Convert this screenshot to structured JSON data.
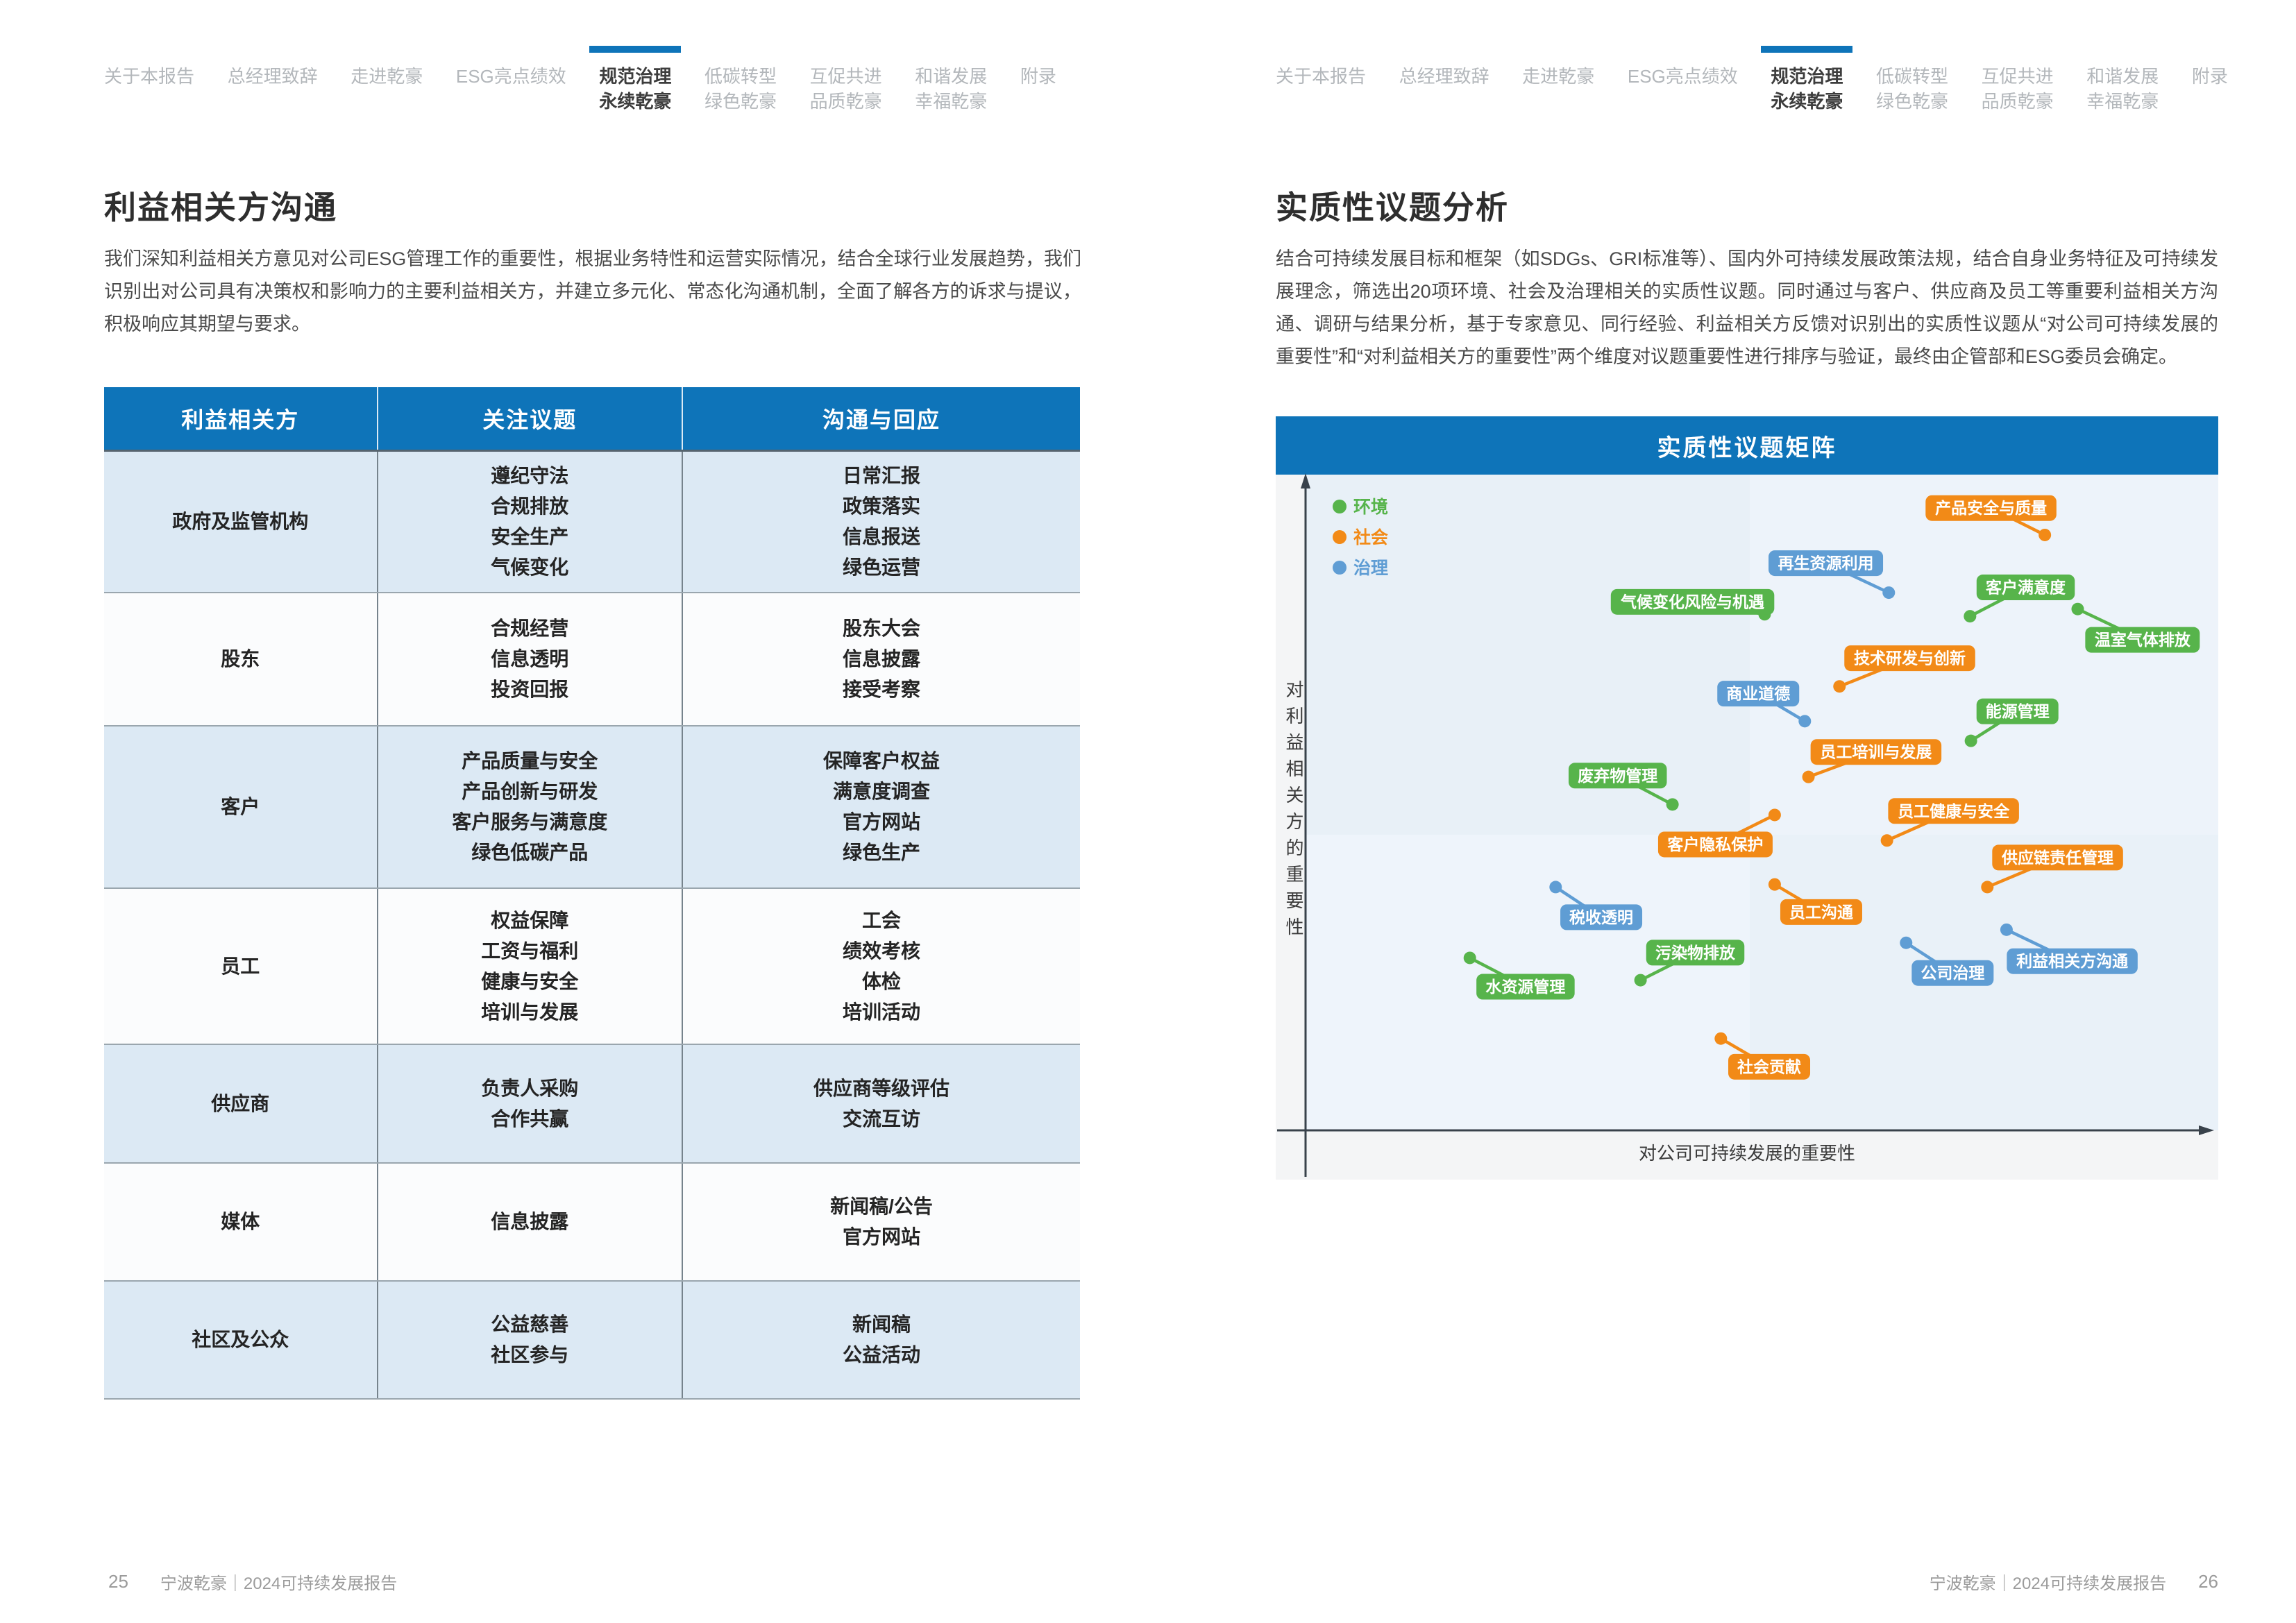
{
  "nav": {
    "items": [
      {
        "line1": "关于本报告",
        "active": false
      },
      {
        "line1": "总经理致辞",
        "active": false
      },
      {
        "line1": "走进乾豪",
        "active": false
      },
      {
        "line1": "ESG亮点绩效",
        "active": false
      },
      {
        "line1": "规范治理",
        "line2": "永续乾豪",
        "active": true
      },
      {
        "line1": "低碳转型",
        "line2": "绿色乾豪",
        "active": false
      },
      {
        "line1": "互促共进",
        "line2": "品质乾豪",
        "active": false
      },
      {
        "line1": "和谐发展",
        "line2": "幸福乾豪",
        "active": false
      },
      {
        "line1": "附录",
        "active": false
      }
    ]
  },
  "left_page": {
    "title": "利益相关方沟通",
    "intro": "我们深知利益相关方意见对公司ESG管理工作的重要性，根据业务特性和运营实际情况，结合全球行业发展趋势，我们识别出对公司具有决策权和影响力的主要利益相关方，并建立多元化、常态化沟通机制，全面了解各方的诉求与提议，积极响应其期望与要求。",
    "table": {
      "headers": [
        "利益相关方",
        "关注议题",
        "沟通与回应"
      ],
      "rows": [
        {
          "stakeholder": "政府及监管机构",
          "topics": [
            "遵纪守法",
            "合规排放",
            "安全生产",
            "气候变化"
          ],
          "responses": [
            "日常汇报",
            "政策落实",
            "信息报送",
            "绿色运营"
          ]
        },
        {
          "stakeholder": "股东",
          "topics": [
            "合规经营",
            "信息透明",
            "投资回报"
          ],
          "responses": [
            "股东大会",
            "信息披露",
            "接受考察"
          ]
        },
        {
          "stakeholder": "客户",
          "topics": [
            "产品质量与安全",
            "产品创新与研发",
            "客户服务与满意度",
            "绿色低碳产品"
          ],
          "responses": [
            "保障客户权益",
            "满意度调查",
            "官方网站",
            "绿色生产"
          ]
        },
        {
          "stakeholder": "员工",
          "topics": [
            "权益保障",
            "工资与福利",
            "健康与安全",
            "培训与发展"
          ],
          "responses": [
            "工会",
            "绩效考核",
            "体检",
            "培训活动"
          ]
        },
        {
          "stakeholder": "供应商",
          "topics": [
            "负责人采购",
            "合作共赢"
          ],
          "responses": [
            "供应商等级评估",
            "交流互访"
          ]
        },
        {
          "stakeholder": "媒体",
          "topics": [
            "信息披露"
          ],
          "responses": [
            "新闻稿/公告",
            "官方网站"
          ]
        },
        {
          "stakeholder": "社区及公众",
          "topics": [
            "公益慈善",
            "社区参与"
          ],
          "responses": [
            "新闻稿",
            "公益活动"
          ]
        }
      ]
    },
    "footer": {
      "page_no": "25",
      "text": "宁波乾豪｜2024可持续发展报告"
    }
  },
  "right_page": {
    "title": "实质性议题分析",
    "intro": "结合可持续发展目标和框架（如SDGs、GRI标准等）、国内外可持续发展政策法规，结合自身业务特征及可持续发展理念，筛选出20项环境、社会及治理相关的实质性议题。同时通过与客户、供应商及员工等重要利益相关方沟通、调研与结果分析，基于专家意见、同行经验、利益相关方反馈对识别出的实质性议题从“对公司可持续发展的重要性”和“对利益相关方的重要性”两个维度对议题重要性进行排序与验证，最终由企管部和ESG委员会确定。",
    "footer": {
      "text": "宁波乾豪｜2024可持续发展报告",
      "page_no": "26"
    }
  },
  "chart_data": {
    "type": "scatter",
    "title": "实质性议题矩阵",
    "xlabel": "对公司可持续发展的重要性",
    "ylabel": "对利益相关方的重要性",
    "axis_ranges": {
      "x": [
        0,
        100
      ],
      "y": [
        0,
        100
      ],
      "ticks": "none (relative importance matrix)"
    },
    "grid": false,
    "legend_position": "top-left inside plot",
    "legend": [
      {
        "key": "env",
        "label": "环境",
        "color": "#57b44b"
      },
      {
        "key": "soc",
        "label": "社会",
        "color": "#f28a17"
      },
      {
        "key": "gov",
        "label": "治理",
        "color": "#5f9dd4"
      }
    ],
    "quadrant_split": {
      "x": 48.7,
      "y": 45.1
    },
    "points": [
      {
        "name": "产品安全与质量",
        "category": "soc",
        "x": 81.0,
        "y": 90.8,
        "label_x": 75.1,
        "label_y": 94.9
      },
      {
        "name": "再生资源利用",
        "category": "gov",
        "x": 63.9,
        "y": 82.0,
        "label_x": 57.0,
        "label_y": 86.5
      },
      {
        "name": "客户满意度",
        "category": "env",
        "x": 72.8,
        "y": 78.4,
        "label_x": 78.9,
        "label_y": 82.8
      },
      {
        "name": "温室气体排放",
        "category": "env",
        "x": 84.6,
        "y": 79.5,
        "label_x": 91.7,
        "label_y": 74.8
      },
      {
        "name": "气候变化风险与机遇",
        "category": "env",
        "x": 50.3,
        "y": 78.7,
        "label_x": 42.4,
        "label_y": 80.6
      },
      {
        "name": "技术研发与创新",
        "category": "soc",
        "x": 58.5,
        "y": 67.7,
        "label_x": 66.2,
        "label_y": 72.0
      },
      {
        "name": "商业道德",
        "category": "gov",
        "x": 54.7,
        "y": 62.4,
        "label_x": 49.6,
        "label_y": 66.6
      },
      {
        "name": "能源管理",
        "category": "env",
        "x": 72.9,
        "y": 59.4,
        "label_x": 78.0,
        "label_y": 63.9
      },
      {
        "name": "员工培训与发展",
        "category": "soc",
        "x": 55.1,
        "y": 53.9,
        "label_x": 62.5,
        "label_y": 57.7
      },
      {
        "name": "废弃物管理",
        "category": "env",
        "x": 40.2,
        "y": 49.7,
        "label_x": 34.2,
        "label_y": 54.1
      },
      {
        "name": "员工健康与安全",
        "category": "soc",
        "x": 63.7,
        "y": 44.2,
        "label_x": 71.0,
        "label_y": 48.7
      },
      {
        "name": "客户隐私保护",
        "category": "soc",
        "x": 51.4,
        "y": 48.1,
        "label_x": 44.9,
        "label_y": 43.6
      },
      {
        "name": "供应链责任管理",
        "category": "soc",
        "x": 74.7,
        "y": 37.1,
        "label_x": 82.4,
        "label_y": 41.6
      },
      {
        "name": "税收透明",
        "category": "gov",
        "x": 27.4,
        "y": 37.1,
        "label_x": 32.4,
        "label_y": 32.5
      },
      {
        "name": "员工沟通",
        "category": "soc",
        "x": 51.4,
        "y": 37.5,
        "label_x": 56.5,
        "label_y": 33.3
      },
      {
        "name": "利益相关方沟通",
        "category": "gov",
        "x": 76.8,
        "y": 30.6,
        "label_x": 84.0,
        "label_y": 25.8
      },
      {
        "name": "公司治理",
        "category": "gov",
        "x": 65.8,
        "y": 28.6,
        "label_x": 70.9,
        "label_y": 24.0
      },
      {
        "name": "污染物排放",
        "category": "env",
        "x": 36.7,
        "y": 22.9,
        "label_x": 42.7,
        "label_y": 27.1
      },
      {
        "name": "水资源管理",
        "category": "env",
        "x": 18.0,
        "y": 26.3,
        "label_x": 24.1,
        "label_y": 21.9
      },
      {
        "name": "社会贡献",
        "category": "soc",
        "x": 45.5,
        "y": 14.0,
        "label_x": 50.8,
        "label_y": 9.7
      }
    ]
  }
}
